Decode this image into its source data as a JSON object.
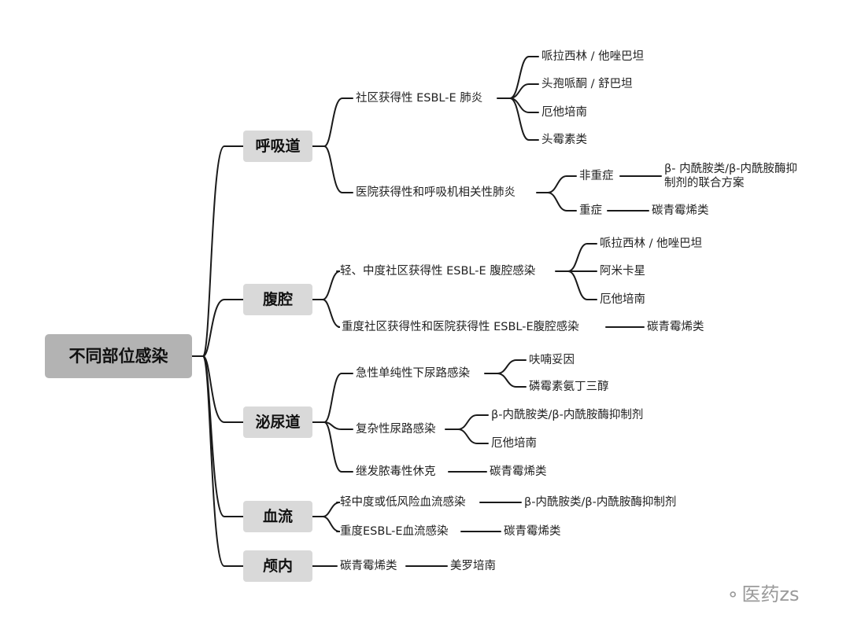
{
  "root": "不同部位感染",
  "categories": {
    "respiratory": "呼吸道",
    "abdominal": "腹腔",
    "urinary": "泌尿道",
    "blood": "血流",
    "intracranial": "颅内"
  },
  "respiratory": {
    "community": {
      "label": "社区获得性 ESBL-E 肺炎",
      "drugs": [
        "哌拉西林 / 他唑巴坦",
        "头孢哌酮 / 舒巴坦",
        "厄他培南",
        "头霉素类"
      ]
    },
    "hospital": {
      "label": "医院获得性和呼吸机相关性肺炎",
      "non_severe": "非重症",
      "non_severe_drug": "β- 内酰胺类/β-内酰胺酶抑制剂的联合方案",
      "severe": "重症",
      "severe_drug": "碳青霉烯类"
    }
  },
  "abdominal": {
    "mild": {
      "label": "轻、中度社区获得性 ESBL-E 腹腔感染",
      "drugs": [
        "哌拉西林 / 他唑巴坦",
        "阿米卡星",
        "厄他培南"
      ]
    },
    "severe": {
      "label": "重度社区获得性和医院获得性 ESBL-E腹腔感染",
      "drug": "碳青霉烯类"
    }
  },
  "urinary": {
    "acute": {
      "label": "急性单纯性下尿路感染",
      "drugs": [
        "呋喃妥因",
        "磷霉素氨丁三醇"
      ]
    },
    "complex": {
      "label": "复杂性尿路感染",
      "drugs": [
        "β-内酰胺类/β-内酰胺酶抑制剂",
        "厄他培南"
      ]
    },
    "shock": {
      "label": "继发脓毒性休克",
      "drug": "碳青霉烯类"
    }
  },
  "blood": {
    "low": {
      "label": "轻中度或低风险血流感染",
      "drug": "β-内酰胺类/β-内酰胺酶抑制剂"
    },
    "severe": {
      "label": "重度ESBL-E血流感染",
      "drug": "碳青霉烯类"
    }
  },
  "intracranial": {
    "label": "碳青霉烯类",
    "drug": "美罗培南"
  },
  "watermark": {
    "icon": "wechat-icon",
    "text": "医药zs"
  }
}
